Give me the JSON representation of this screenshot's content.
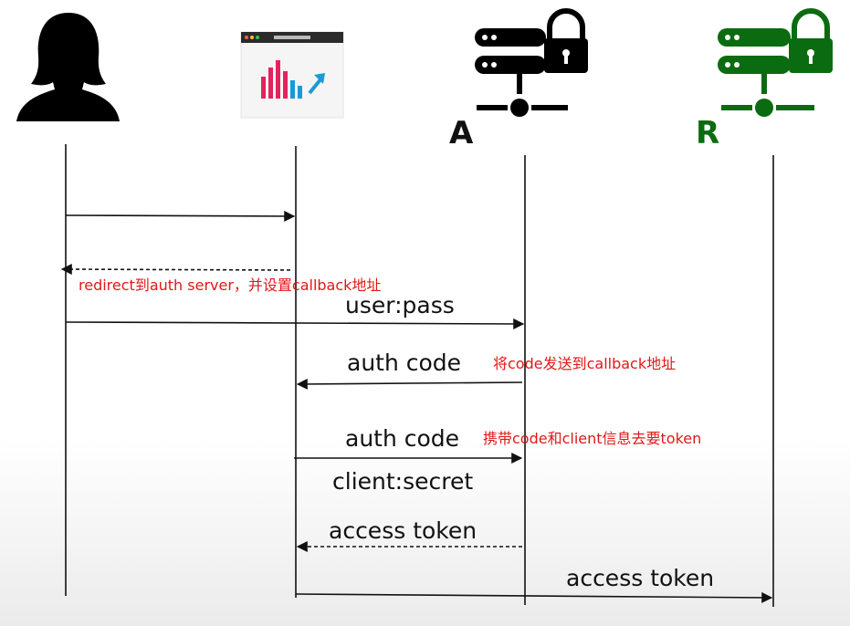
{
  "participants": [
    {
      "id": "user",
      "icon": "user-silhouette-icon",
      "letter": ""
    },
    {
      "id": "client-app",
      "icon": "browser-app-icon",
      "letter": ""
    },
    {
      "id": "auth-server",
      "icon": "server-lock-icon",
      "letter": "A",
      "color": "#111111"
    },
    {
      "id": "resource-server",
      "icon": "server-lock-icon",
      "letter": "R",
      "color": "#0b6b10"
    }
  ],
  "messages": [
    {
      "label": "",
      "note": "",
      "style": "solid"
    },
    {
      "label": "",
      "note": "redirect到auth server，并设置callback地址",
      "style": "dashed"
    },
    {
      "label": "user:pass",
      "note": "",
      "style": "solid"
    },
    {
      "label": "auth code",
      "note": "将code发送到callback地址",
      "style": "solid"
    },
    {
      "label": "auth code",
      "label2": "client:secret",
      "note": "携带code和client信息去要token",
      "style": "solid"
    },
    {
      "label": "access token",
      "note": "",
      "style": "dashed"
    },
    {
      "label": "access token",
      "note": "",
      "style": "solid"
    }
  ],
  "colors": {
    "note": "#e01818",
    "resource_server": "#0b6b10",
    "line": "#111111"
  }
}
